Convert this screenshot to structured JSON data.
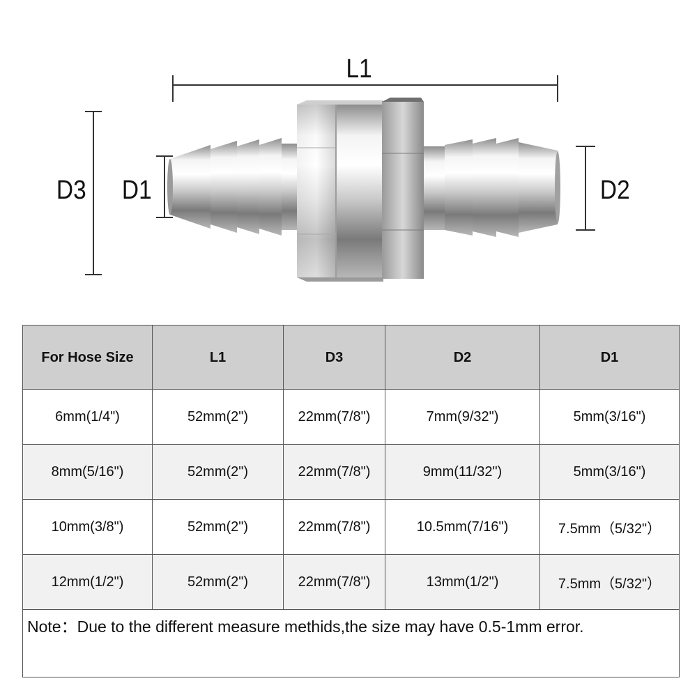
{
  "dimension_labels": {
    "l1": "L1",
    "d1": "D1",
    "d2": "D2",
    "d3": "D3"
  },
  "product_image": "aluminum-hose-barb-check-valve",
  "table": {
    "headers": [
      "For Hose Size",
      "L1",
      "D3",
      "D2",
      "D1"
    ],
    "rows": [
      [
        "6mm(1/4\")",
        "52mm(2\")",
        "22mm(7/8\")",
        "7mm(9/32\")",
        "5mm(3/16\")"
      ],
      [
        "8mm(5/16\")",
        "52mm(2\")",
        "22mm(7/8\")",
        "9mm(11/32\")",
        "5mm(3/16\")"
      ],
      [
        "10mm(3/8\")",
        "52mm(2\")",
        "22mm(7/8\")",
        "10.5mm(7/16\")",
        "7.5mm（5/32\"）"
      ],
      [
        "12mm(1/2\")",
        "52mm(2\")",
        "22mm(7/8\")",
        "13mm(1/2\")",
        "7.5mm（5/32\"）"
      ]
    ],
    "note": "Note：Due to the different measure methids,the size may have 0.5-1mm error."
  }
}
